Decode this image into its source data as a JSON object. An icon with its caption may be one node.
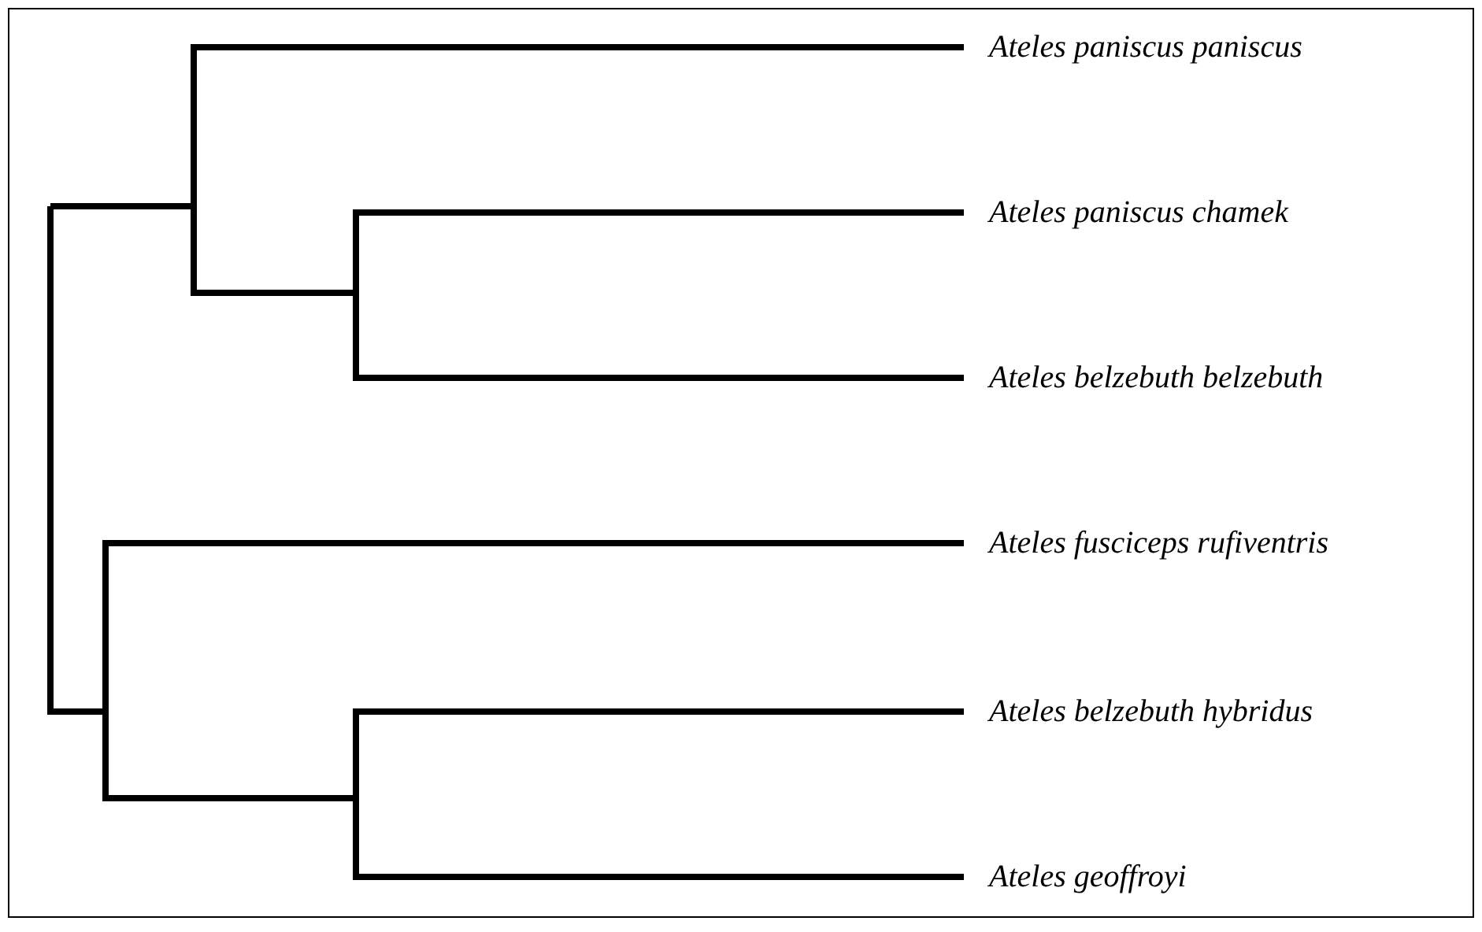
{
  "diagram": {
    "nodes": [
      {
        "text": [],
        "shape": "bar"
      },
      {
        "text": [],
        "shape": "bar"
      },
      {
        "text": [
          "Ateles paniscus paniscus"
        ]
      },
      {
        "text": [],
        "shape": "bar"
      },
      {
        "text": [
          "Ateles paniscus chamek"
        ]
      },
      {
        "text": [
          "Ateles belzebuth belzebuth"
        ]
      },
      {
        "text": [],
        "shape": "bar"
      },
      {
        "text": [
          "Ateles fusciceps rufiventris"
        ]
      },
      {
        "text": [],
        "shape": "bar"
      },
      {
        "text": [
          "Ateles belzebuth hybridus"
        ]
      },
      {
        "text": [
          "Ateles geoffroyi"
        ]
      }
    ],
    "edges": [
      {
        "from": 0,
        "to": 1,
        "arrow": "none"
      },
      {
        "from": 1,
        "to": 2,
        "arrow": "none"
      },
      {
        "from": 1,
        "to": 3,
        "arrow": "none"
      },
      {
        "from": 3,
        "to": 4,
        "arrow": "none"
      },
      {
        "from": 3,
        "to": 5,
        "arrow": "none"
      },
      {
        "from": 0,
        "to": 6,
        "arrow": "none"
      },
      {
        "from": 6,
        "to": 7,
        "arrow": "none"
      },
      {
        "from": 6,
        "to": 8,
        "arrow": "none"
      },
      {
        "from": 8,
        "to": 9,
        "arrow": "none"
      },
      {
        "from": 8,
        "to": 10,
        "arrow": "none"
      }
    ]
  }
}
